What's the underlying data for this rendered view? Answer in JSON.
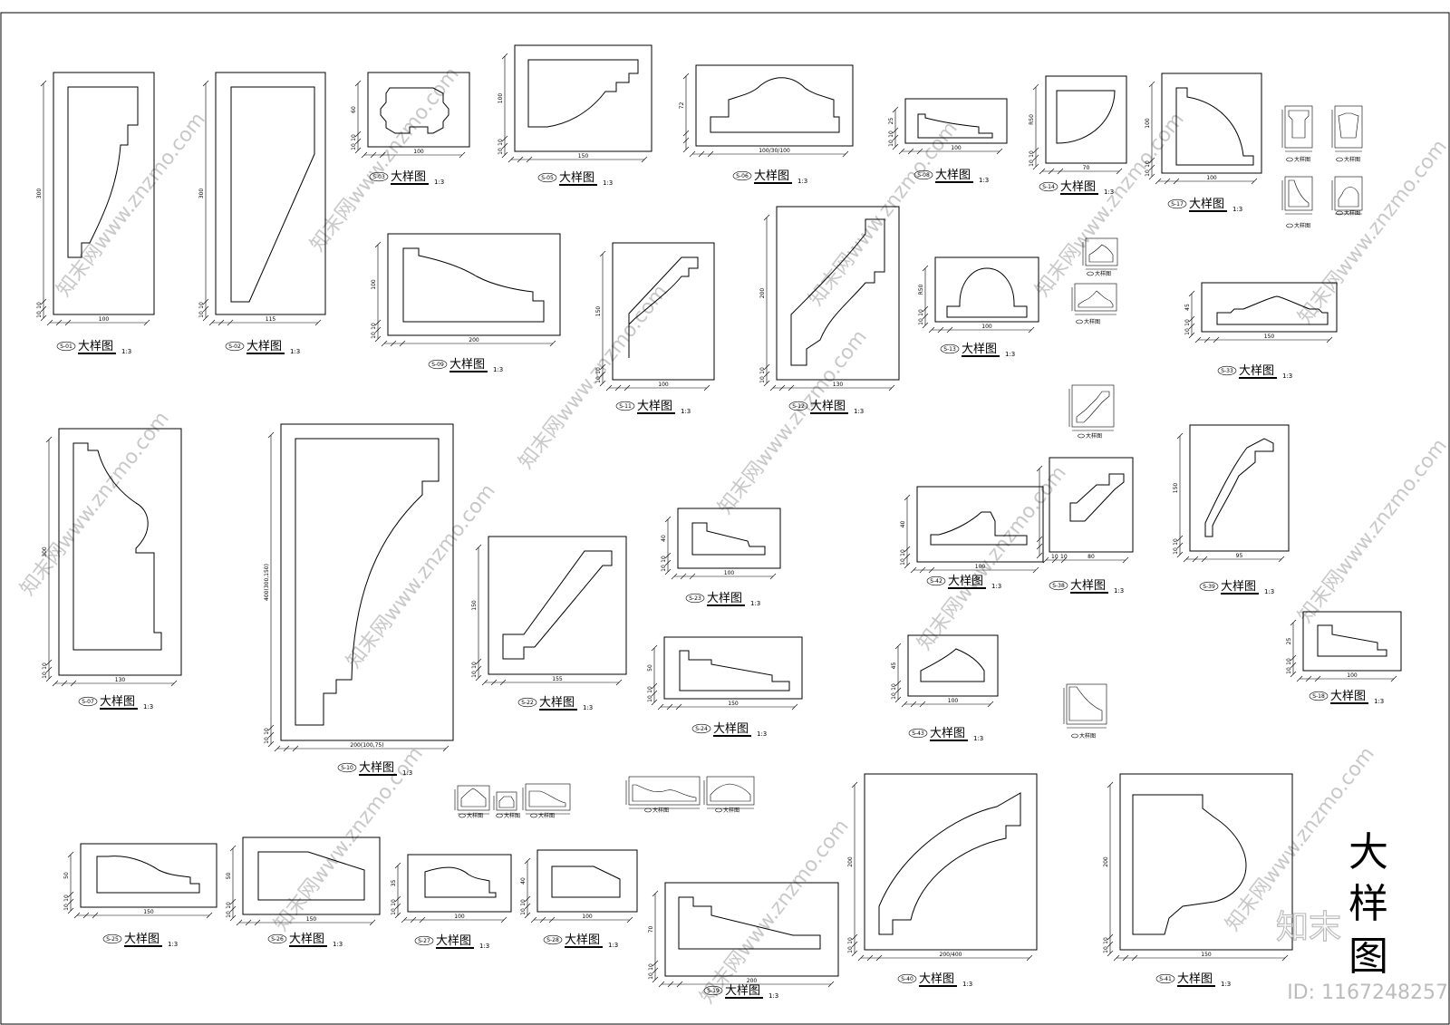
{
  "sheet_title": "大样图",
  "label_text": "大样图",
  "scale_text": "1:3",
  "small_label_text": "大样图",
  "watermark": {
    "brand": "知末",
    "id_text": "ID: 1167248257",
    "diagonal_text": "知末网www.znzmo.com"
  },
  "details": [
    {
      "code": "S-01",
      "dims": [
        "300",
        "10",
        "10",
        "100"
      ]
    },
    {
      "code": "S-02",
      "dims": [
        "300",
        "10",
        "10",
        "115"
      ]
    },
    {
      "code": "S-03",
      "dims": [
        "60",
        "10",
        "10",
        "100"
      ]
    },
    {
      "code": "S-05",
      "dims": [
        "100",
        "10",
        "10",
        "150"
      ]
    },
    {
      "code": "S-06",
      "dims": [
        "72",
        "100/30/100"
      ]
    },
    {
      "code": "S-08",
      "dims": [
        "25",
        "10",
        "10",
        "100"
      ]
    },
    {
      "code": "S-14",
      "dims": [
        "R50",
        "10",
        "10",
        "70"
      ]
    },
    {
      "code": "S-17",
      "dims": [
        "100",
        "10",
        "10",
        "100"
      ]
    },
    {
      "code": "S-09",
      "dims": [
        "100",
        "10",
        "10",
        "200"
      ]
    },
    {
      "code": "S-11",
      "dims": [
        "150",
        "10",
        "10",
        "100"
      ]
    },
    {
      "code": "S-12",
      "dims": [
        "200",
        "10",
        "10",
        "130"
      ]
    },
    {
      "code": "S-13",
      "dims": [
        "R50",
        "10",
        "10",
        "100"
      ]
    },
    {
      "code": "S-33",
      "dims": [
        "45",
        "10",
        "10",
        "150"
      ]
    },
    {
      "code": "S-07",
      "dims": [
        "300",
        "10",
        "10",
        "130"
      ]
    },
    {
      "code": "S-10",
      "dims": [
        "400(300,150)",
        "10",
        "10",
        "200(100,75)"
      ]
    },
    {
      "code": "S-23",
      "dims": [
        "40",
        "10",
        "10",
        "100"
      ]
    },
    {
      "code": "S-22",
      "dims": [
        "150",
        "10",
        "10",
        "155"
      ]
    },
    {
      "code": "S-24",
      "dims": [
        "50",
        "10",
        "10",
        "150"
      ]
    },
    {
      "code": "S-42",
      "dims": [
        "40",
        "10",
        "10",
        "100"
      ]
    },
    {
      "code": "S-38",
      "dims": [
        "10",
        "10",
        "80"
      ]
    },
    {
      "code": "S-39",
      "dims": [
        "150",
        "10",
        "10",
        "95"
      ]
    },
    {
      "code": "S-43",
      "dims": [
        "45",
        "10",
        "10",
        "100"
      ]
    },
    {
      "code": "S-18",
      "dims": [
        "25",
        "10",
        "10",
        "100"
      ]
    },
    {
      "code": "S-25",
      "dims": [
        "50",
        "10",
        "10",
        "150"
      ]
    },
    {
      "code": "S-26",
      "dims": [
        "50",
        "10",
        "10",
        "150"
      ]
    },
    {
      "code": "S-27",
      "dims": [
        "35",
        "10",
        "10",
        "100"
      ]
    },
    {
      "code": "S-28",
      "dims": [
        "40",
        "10",
        "10",
        "100"
      ]
    },
    {
      "code": "S-19",
      "dims": [
        "70",
        "10",
        "10",
        "200"
      ]
    },
    {
      "code": "S-40",
      "dims": [
        "200",
        "10",
        "10",
        "200/400"
      ]
    },
    {
      "code": "S-41",
      "dims": [
        "200",
        "10",
        "10",
        "150"
      ]
    }
  ]
}
